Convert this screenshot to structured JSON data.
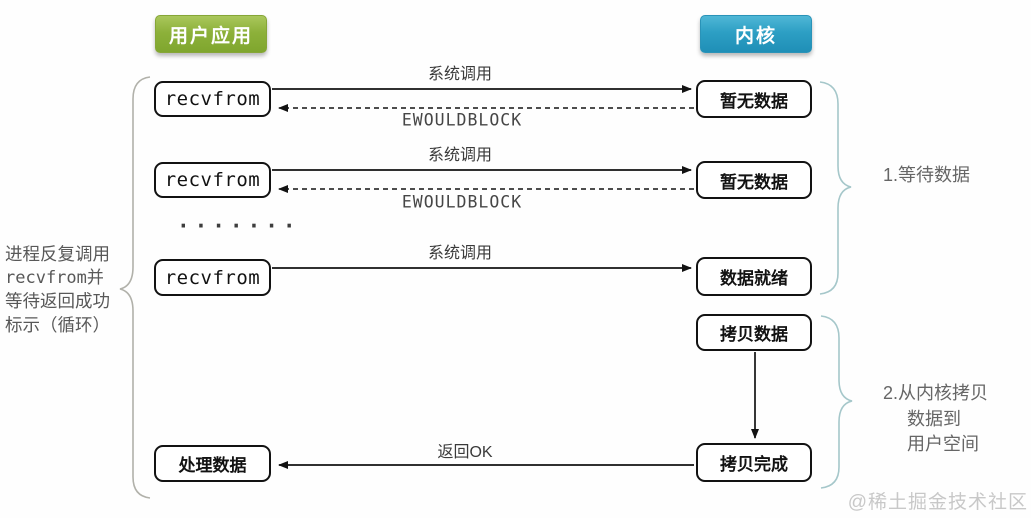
{
  "headers": {
    "user_app": "用户应用",
    "kernel": "内核"
  },
  "nodes": {
    "recvfrom_1": "recvfrom",
    "recvfrom_2": "recvfrom",
    "recvfrom_3": "recvfrom",
    "no_data_1": "暂无数据",
    "no_data_2": "暂无数据",
    "data_ready": "数据就绪",
    "copy_data": "拷贝数据",
    "copy_done": "拷贝完成",
    "process_data": "处理数据"
  },
  "edge_labels": {
    "syscall_1": "系统调用",
    "ewouldblock_1": "EWOULDBLOCK",
    "syscall_2": "系统调用",
    "ewouldblock_2": "EWOULDBLOCK",
    "syscall_3": "系统调用",
    "return_ok": "返回OK"
  },
  "ellipsis": "·······",
  "annotations": {
    "left_note": {
      "line1": "进程反复调用",
      "line2": "recvfrom并",
      "line3": "等待返回成功",
      "line4": "标示（循环）"
    },
    "stage_1": "1.等待数据",
    "stage_2": {
      "line1": "2.从内核拷贝",
      "line2": "数据到",
      "line3": "用户空间"
    }
  },
  "watermark": "@稀土掘金技术社区",
  "colors": {
    "user_app_green": "#8db13a",
    "kernel_blue": "#2d9fc4",
    "node_border_black": "#121212",
    "left_brace_gray": "#b1b1aa",
    "right_brace_teal": "#a5c7ca",
    "note_gray": "#585858",
    "stage_gray": "#666666",
    "watermark_gray": "#c8c8c8"
  }
}
